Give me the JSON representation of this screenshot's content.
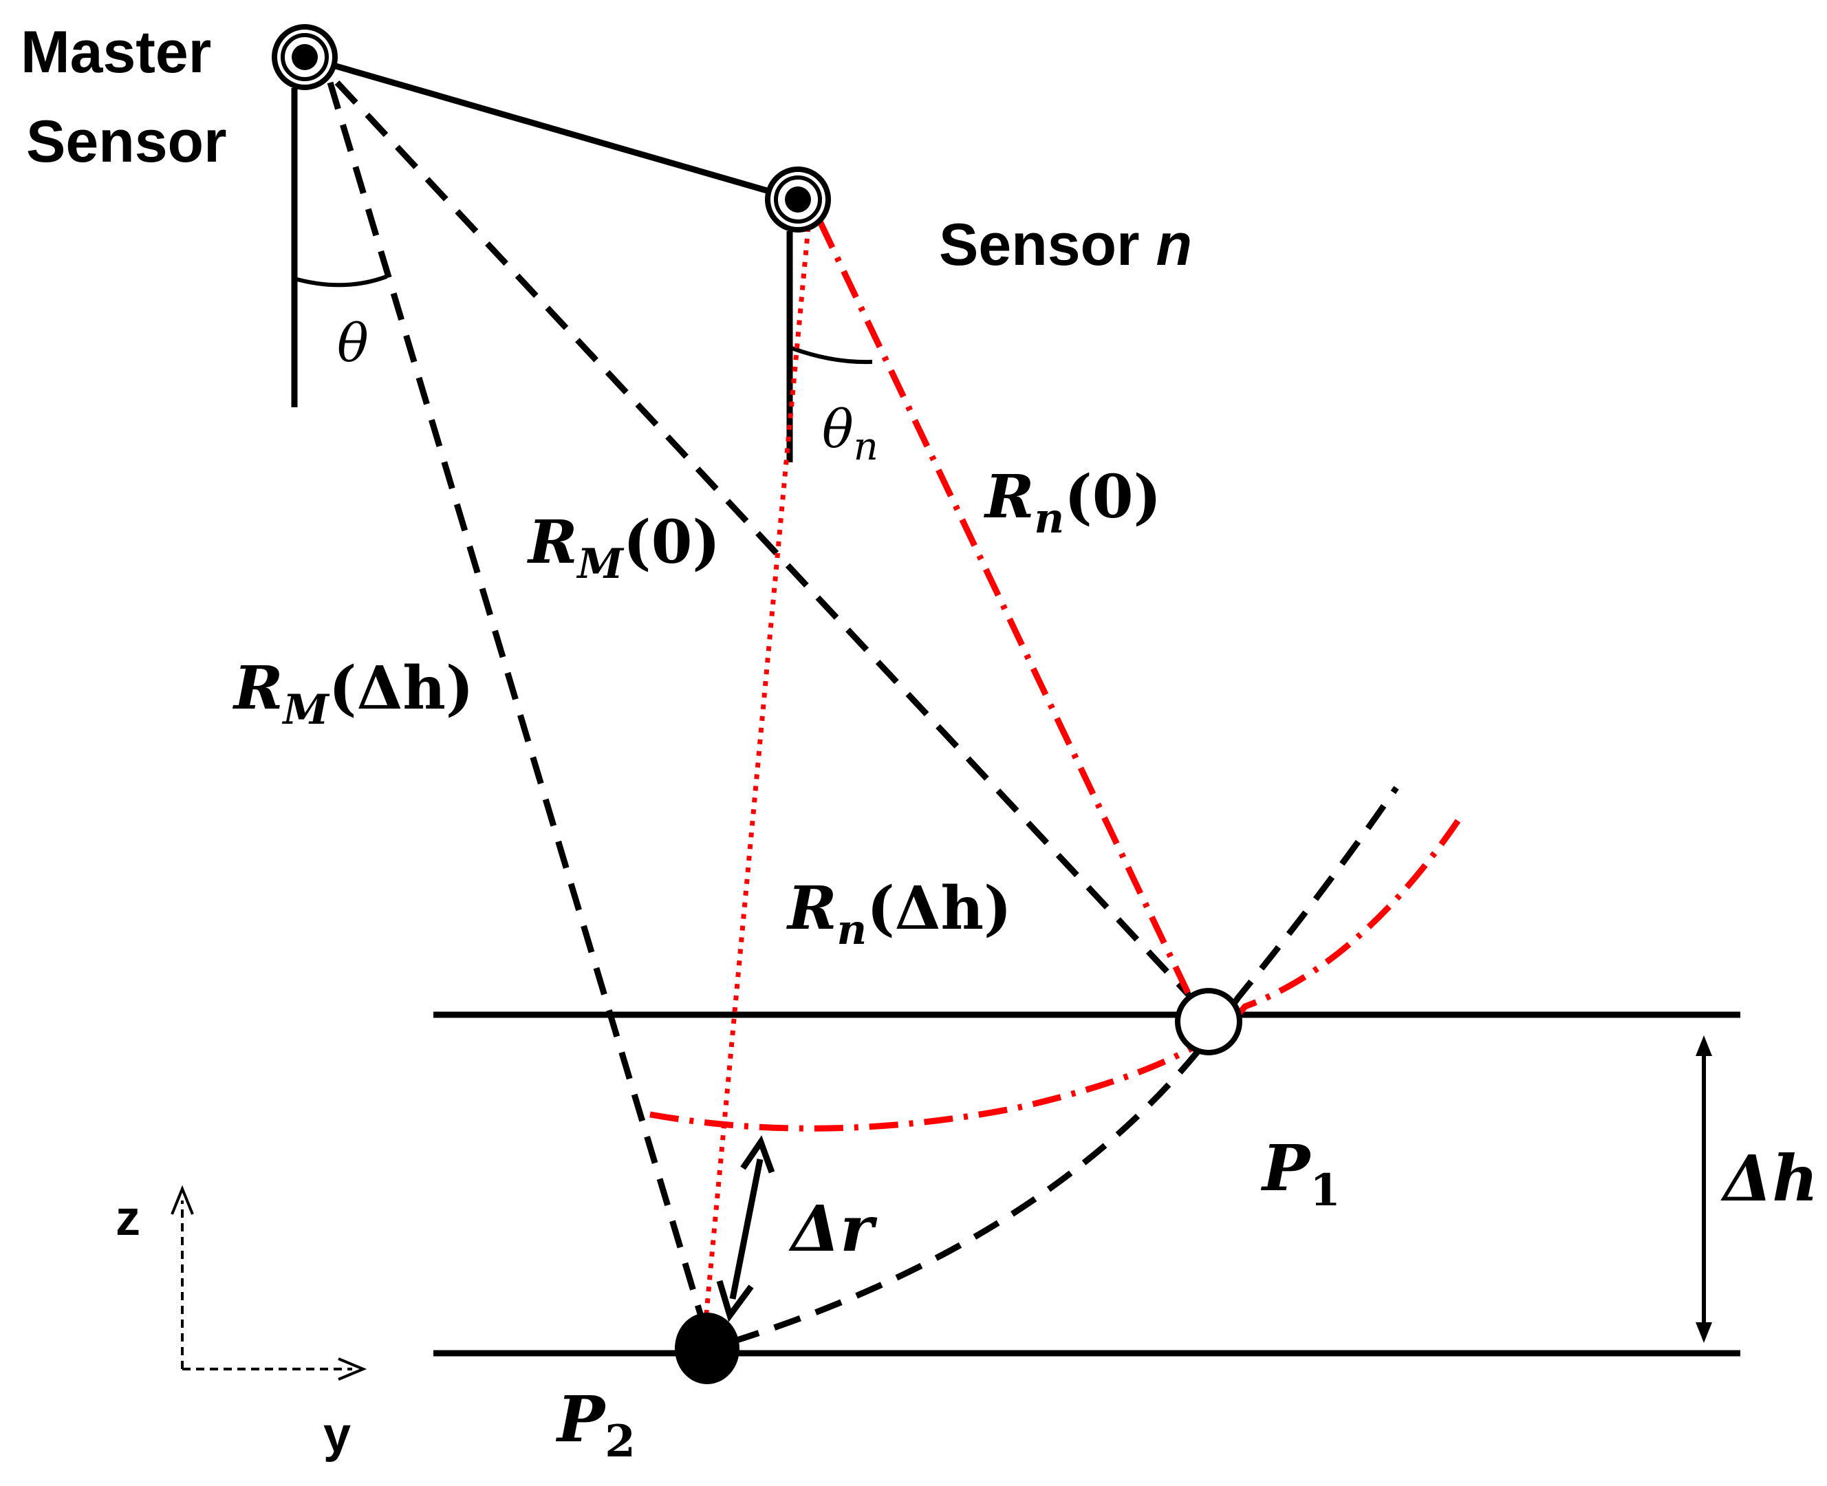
{
  "labels": {
    "master_sensor_line1": "Master",
    "master_sensor_line2": "Sensor",
    "sensor_n_prefix": "Sensor ",
    "sensor_n_var": "n",
    "theta": "θ",
    "theta_n_base": "θ",
    "theta_n_sub": "n",
    "R": "R",
    "sub_M": "M",
    "sub_n": "n",
    "arg_zero": "(0)",
    "arg_delta_h": "(Δh)",
    "delta_r": "Δr",
    "delta_h": "Δh",
    "P": "P",
    "P1_sub": "1",
    "P2_sub": "2",
    "axis_z": "z",
    "axis_y": "y"
  },
  "colors": {
    "black": "#000000",
    "red": "#ff0000",
    "white": "#ffffff"
  }
}
